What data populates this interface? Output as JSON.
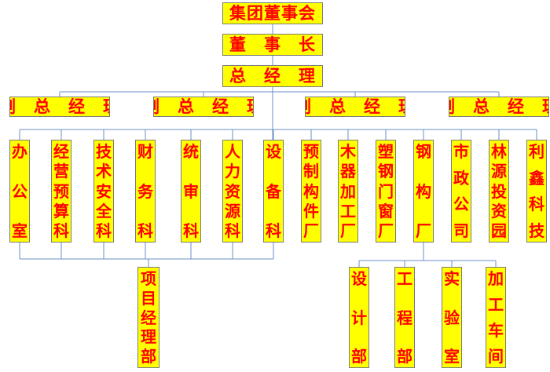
{
  "colors": {
    "box_fill": "#ffff00",
    "text": "#ff0000",
    "border": "#7a7a7a",
    "connector": "#6b8fc9"
  },
  "top": {
    "group_board": "集团董事会",
    "chairman": "董　事　长",
    "general_manager": "总　经　理"
  },
  "deputy_managers": [
    "副　总　经　理",
    "副　总　经　理",
    "副　总　经　理",
    "副　总　经　理"
  ],
  "departments": [
    "办公室",
    "经营预算科",
    "技术安全科",
    "财务科",
    "统审科",
    "人力资源科",
    "设备科",
    "预制构件厂",
    "木器加工厂",
    "塑钢门窗厂",
    "钢构厂",
    "市政公司",
    "林源投资园",
    "利鑫科技"
  ],
  "project_dept": "项目经理部",
  "steel_subunits": [
    "设计部",
    "工程部",
    "实验室",
    "加工车间"
  ]
}
